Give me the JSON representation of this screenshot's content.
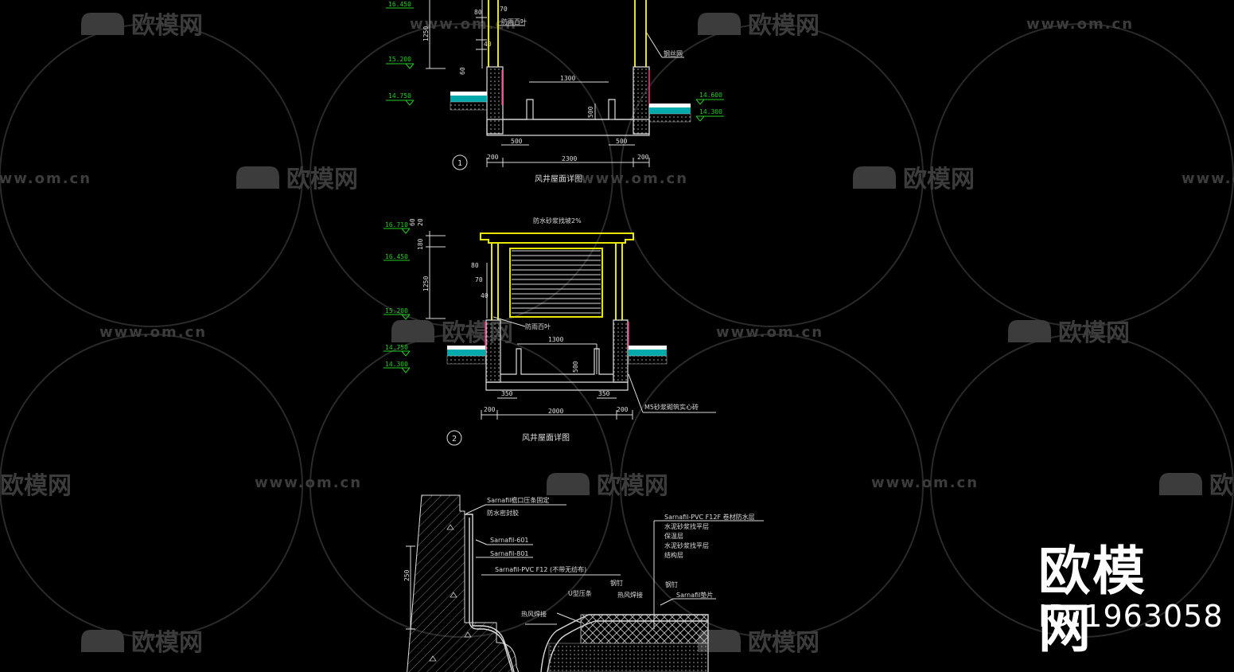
{
  "watermark": {
    "brand": "欧模网",
    "url": "www.om.cn",
    "brand_id": "ID:1963058"
  },
  "detail1": {
    "title": "风井屋面详图",
    "index": "1",
    "levels": [
      "16.450",
      "15.200",
      "14.750",
      "14.600",
      "14.300"
    ],
    "dims": [
      "80",
      "70",
      "1250",
      "40",
      "60",
      "1300",
      "500",
      "500",
      "500",
      "200",
      "2300",
      "200"
    ],
    "notes": [
      "防雨百叶",
      "钢丝网"
    ]
  },
  "detail2": {
    "title": "风井屋面详图",
    "index": "2",
    "levels": [
      "16.710",
      "16.450",
      "15.200",
      "14.750",
      "14.300"
    ],
    "dims": [
      "60",
      "20",
      "180",
      "80",
      "70",
      "1250",
      "40",
      "1300",
      "500",
      "350",
      "350",
      "200",
      "2000",
      "200"
    ],
    "notes": [
      "防水砂浆找坡2%",
      "防雨百叶",
      "M5砂浆砌筑实心砖"
    ]
  },
  "detail3": {
    "labels": [
      "Sarnafil檐口压条固定",
      "防水密封胶",
      "Sarnafil-601",
      "Sarnafil-801",
      "Sarnafil-PVC F12 (不带无纺布)",
      "Sarnafil-PVC F12F 卷材防水层",
      "水泥砂浆找平层",
      "保温层",
      "水泥砂浆找平层",
      "结构层",
      "U型压条",
      "钢钉",
      "热风焊接",
      "Sarnafil垫片",
      "钢钉",
      "热风焊接"
    ],
    "dim": "250"
  },
  "colors": {
    "bg": "#000000",
    "wall": "#e6e600",
    "dim": "#ffffff",
    "level": "#22cc22",
    "insulation": "#00c8c8",
    "accent": "#ff2080"
  }
}
